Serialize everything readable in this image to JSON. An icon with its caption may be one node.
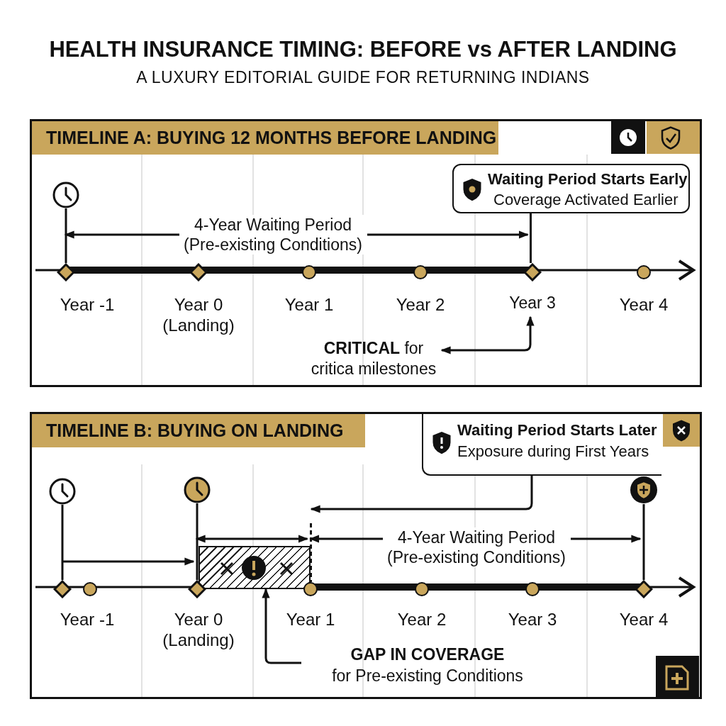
{
  "diagram": {
    "title": "HEALTH INSURANCE TIMING: BEFORE vs AFTER LANDING",
    "nodes": [
      {
        "text": [
          "TIMELINE A: BUYING 12 MONTHS BEFORE LANDING"
        ]
      },
      {
        "text": [
          "Waiting Period Starts Early",
          "Coverage Activated Earlier"
        ],
        "in": 0
      },
      {
        "text": [],
        "shape": "clock",
        "in": 0
      },
      {
        "text": [],
        "shape": "bar",
        "in": 0
      },
      {
        "text": [],
        "shape": "diamond",
        "in": 0,
        "beside": [
          "Year -1"
        ]
      },
      {
        "text": [],
        "shape": "diamond",
        "in": 0,
        "beside": [
          "Year 0 (Landing)"
        ]
      },
      {
        "text": [],
        "shape": "circle",
        "in": 0,
        "beside": [
          "Year 1"
        ]
      },
      {
        "text": [],
        "shape": "circle",
        "in": 0,
        "beside": [
          "Year 2"
        ]
      },
      {
        "text": [],
        "shape": "diamond",
        "in": 0
      },
      {
        "text": [],
        "shape": "circle",
        "in": 0,
        "beside": [
          "Year 4"
        ]
      },
      {
        "text": [
          "Year 3"
        ],
        "in": 0
      },
      {
        "text": [
          "**CRITICAL** for critica milestones"
        ],
        "in": 0
      },
      {
        "text": [
          "TIMELINE B: BUYING ON LANDING"
        ]
      },
      {
        "text": [
          "Waiting Period Starts Later",
          "Exposure during First Years"
        ],
        "in": 12
      },
      {
        "text": [],
        "shape": "clock",
        "in": 12
      },
      {
        "text": [],
        "shape": "clock",
        "in": 12
      },
      {
        "text": [],
        "shape": "bar",
        "in": 12
      },
      {
        "text": [],
        "shape": "shield",
        "in": 12
      },
      {
        "text": [],
        "shape": "diamond",
        "in": 12,
        "beside": [
          "Year -1"
        ]
      },
      {
        "text": [],
        "shape": "circle",
        "in": 12
      },
      {
        "text": [],
        "shape": "diamond",
        "in": 12,
        "beside": [
          "Year 0 (Landing)"
        ]
      },
      {
        "text": [],
        "shape": "box",
        "in": 12
      },
      {
        "text": [],
        "shape": "circle",
        "in": 12,
        "beside": [
          "Year 1"
        ]
      },
      {
        "text": [],
        "shape": "circle",
        "in": 12,
        "beside": [
          "Year 2"
        ]
      },
      {
        "text": [],
        "shape": "circle",
        "in": 12,
        "beside": [
          "Year 3"
        ]
      },
      {
        "text": [],
        "shape": "diamond",
        "in": 12,
        "beside": [
          "Year 4"
        ]
      },
      {
        "text": [
          "GAP IN COVERAGE",
          "for Pre-existing Conditions"
        ],
        "in": 12
      }
    ],
    "edges": [
      {
        "from": 2,
        "to": 3,
        "arrow": "both",
        "label": "4-Year Waiting Period (Pre-existing Conditions)"
      },
      {
        "from": 11,
        "to": 10,
        "arrow": "both"
      },
      {
        "from": 13,
        "to": 16,
        "arrow": "to"
      },
      {
        "from": 14,
        "to": 15,
        "arrow": "to"
      },
      {
        "from": 15,
        "to": 16,
        "arrow": "both"
      },
      {
        "from": 16,
        "to": 17,
        "arrow": "both",
        "label": "4-Year Waiting Period (Pre-existing Conditions)"
      },
      {
        "from": 26,
        "to": 21,
        "arrow": "to"
      }
    ],
    "labels": [
      "A LUXURY EDITORIAL GUIDE FOR RETURNING INDIANS"
    ]
  }
}
